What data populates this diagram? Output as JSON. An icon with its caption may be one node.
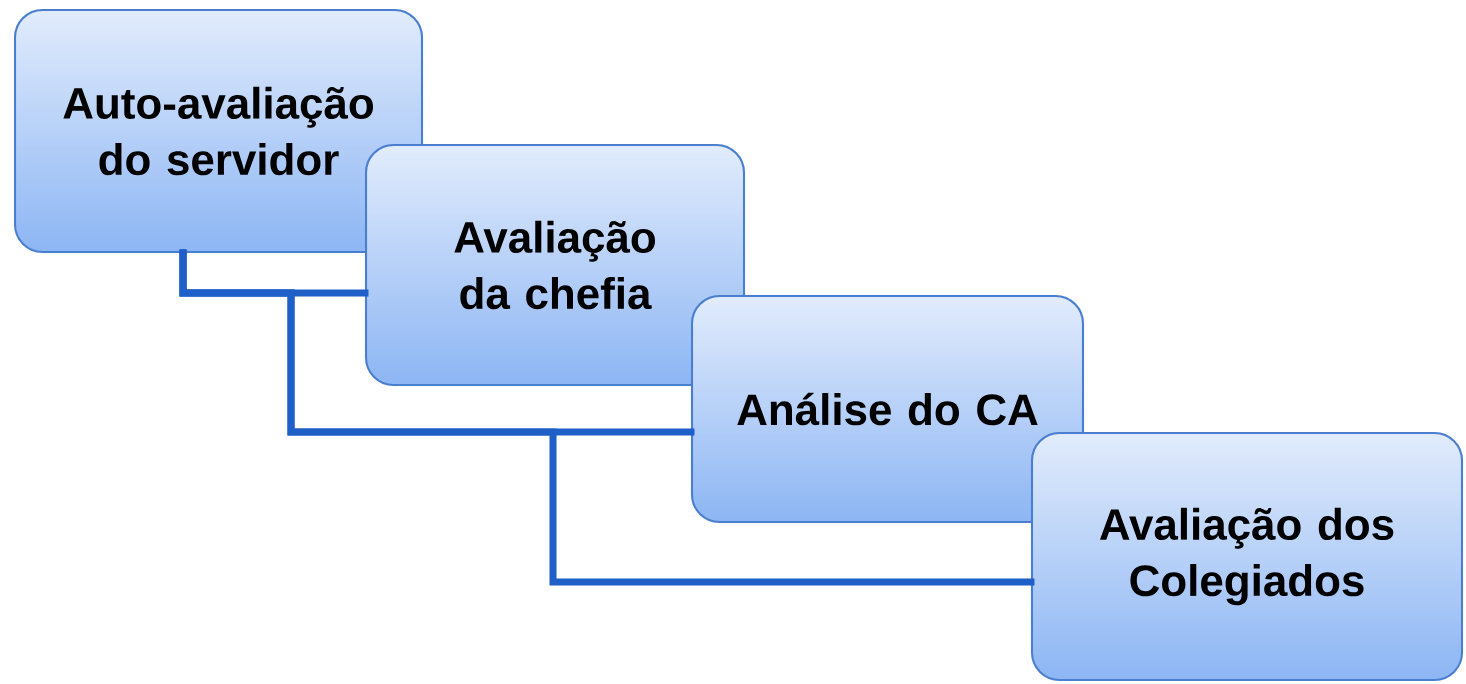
{
  "diagram": {
    "nodes": [
      {
        "text": [
          "Auto-avaliação do servidor"
        ]
      },
      {
        "text": [
          "Avaliação da chefia"
        ]
      },
      {
        "text": [
          "Análise do CA"
        ]
      },
      {
        "text": [
          "Avaliação dos Colegiados"
        ]
      }
    ],
    "edges": [
      {
        "from": 0,
        "to": 1,
        "arrow": "none"
      },
      {
        "from": 0,
        "to": 2,
        "arrow": "none"
      },
      {
        "from": 0,
        "to": 3,
        "arrow": "none"
      }
    ]
  }
}
